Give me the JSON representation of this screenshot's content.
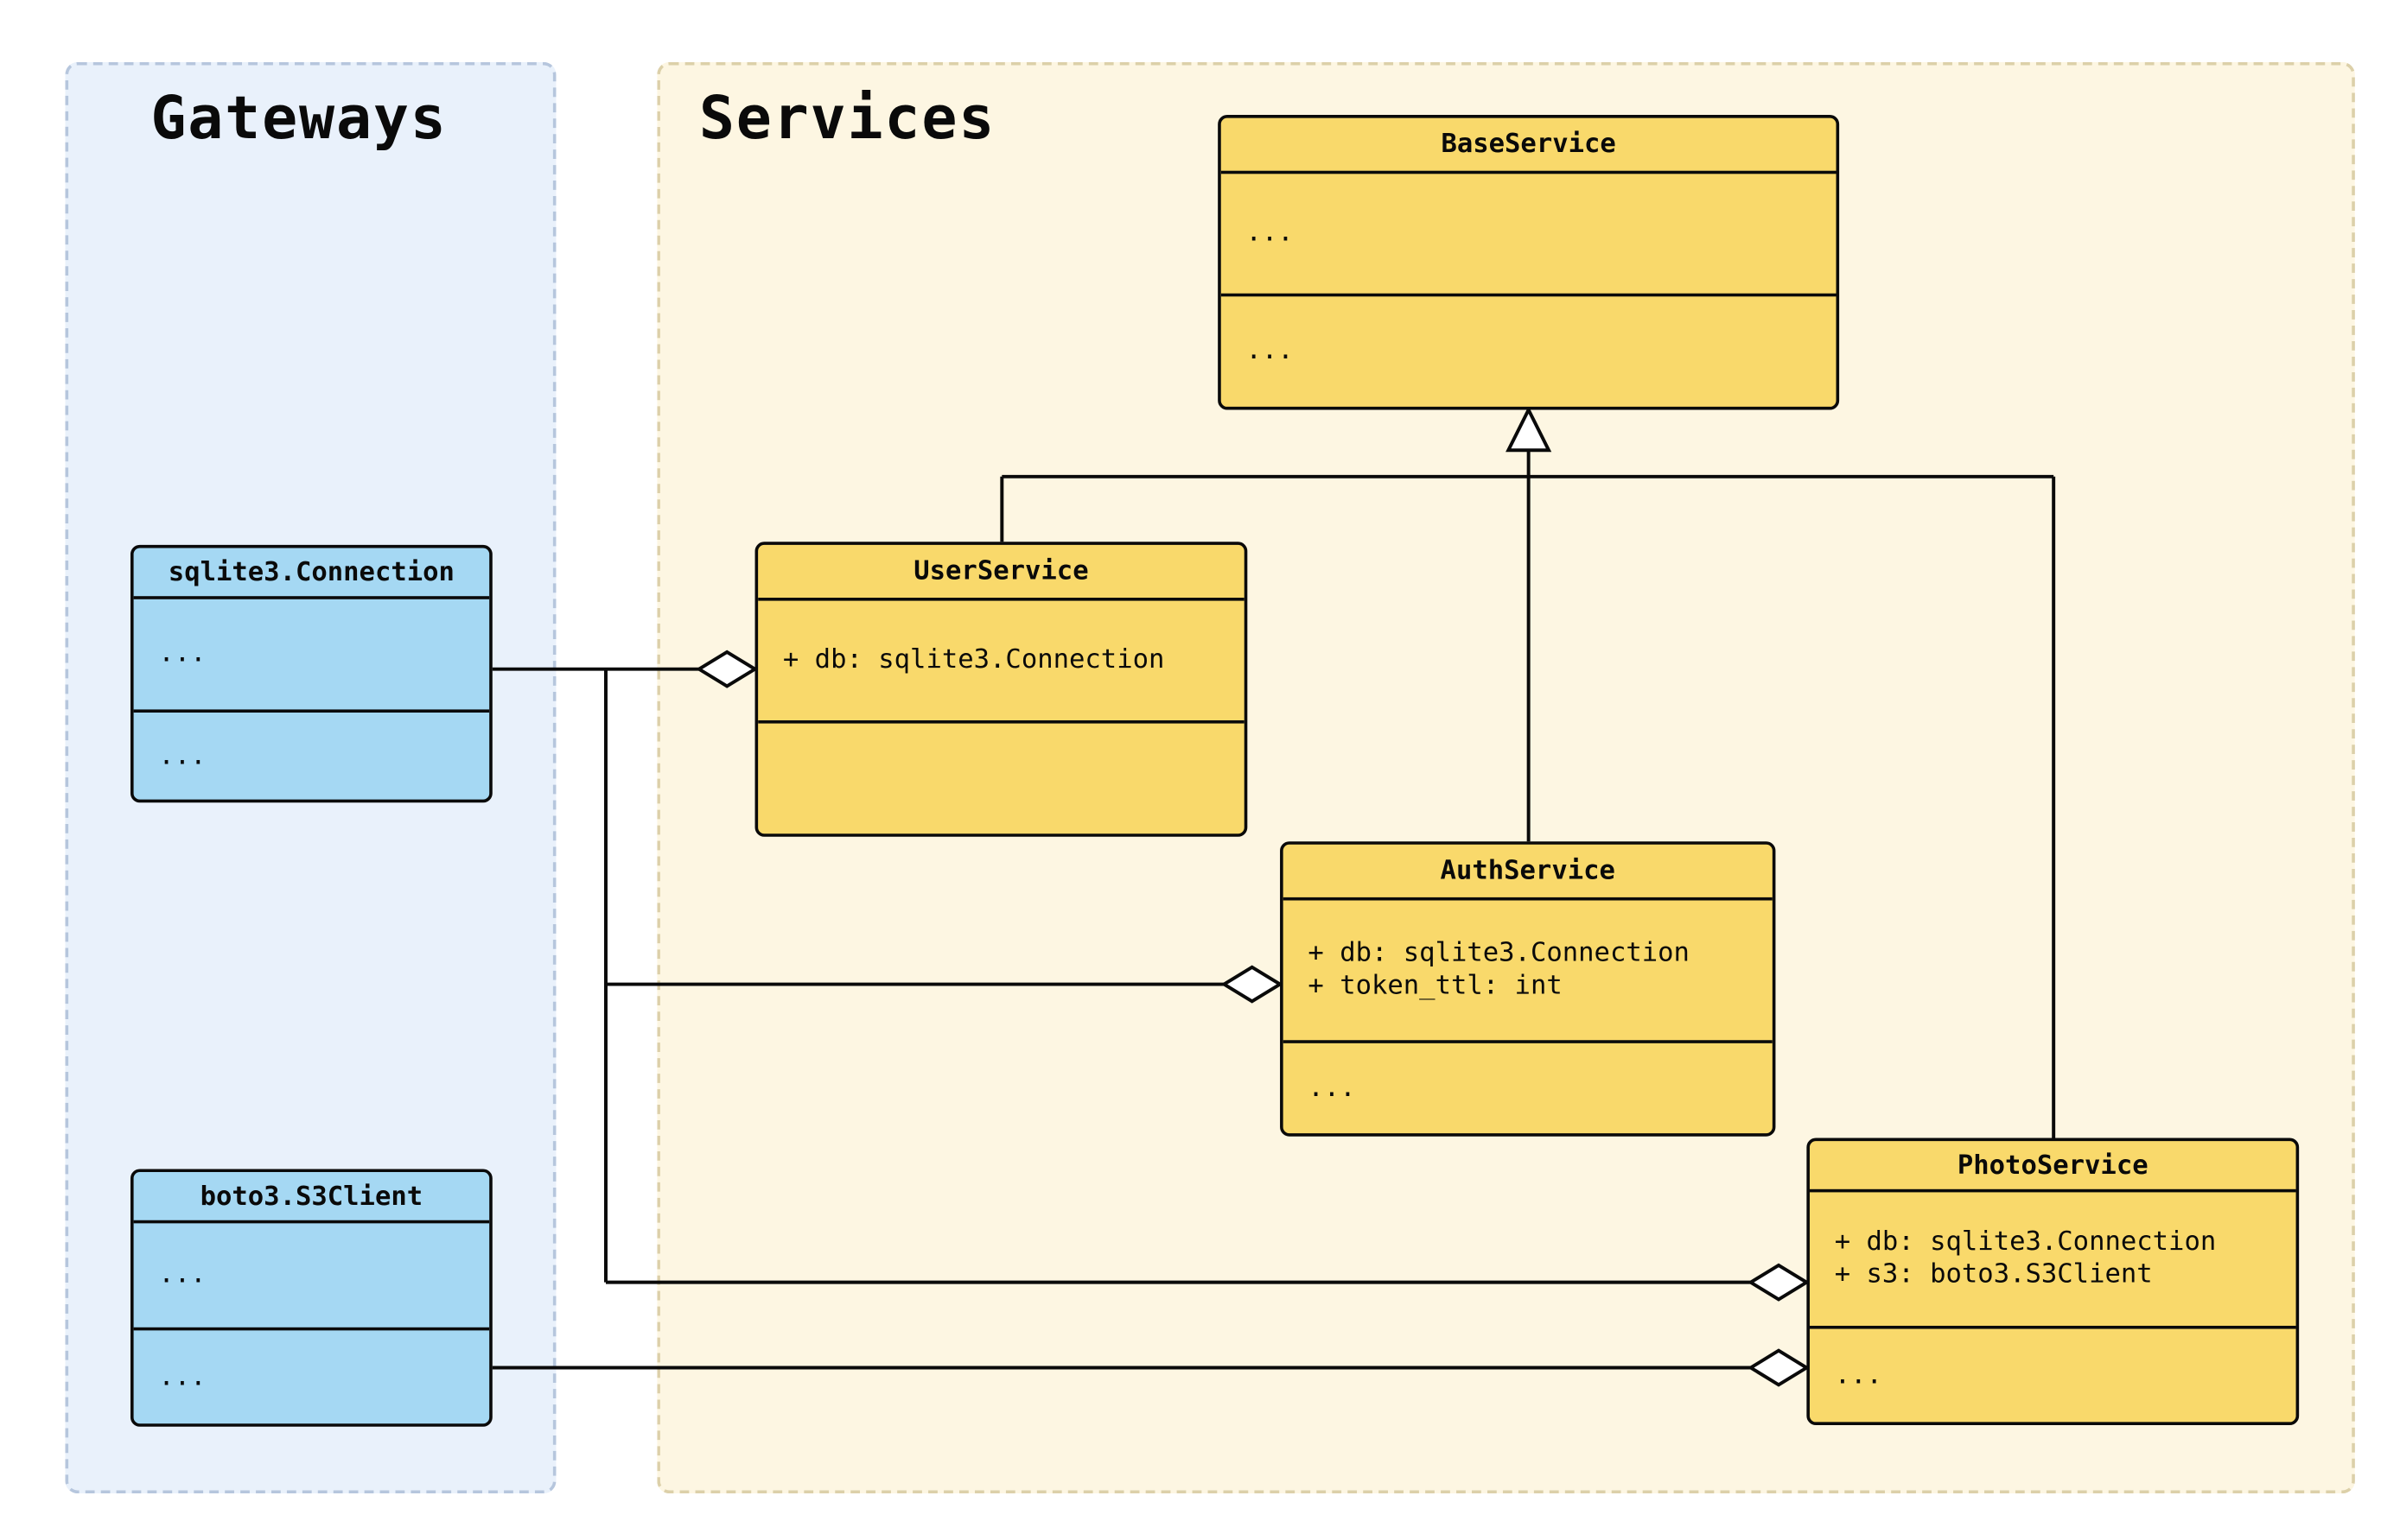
{
  "diagram": {
    "groups": {
      "gateways": {
        "label": "Gateways"
      },
      "services": {
        "label": "Services"
      }
    },
    "classes": {
      "sqlite_connection": {
        "name": "sqlite3.Connection",
        "attributes": [
          "..."
        ],
        "methods": [
          "..."
        ]
      },
      "boto_s3client": {
        "name": "boto3.S3Client",
        "attributes": [
          "..."
        ],
        "methods": [
          "..."
        ]
      },
      "base_service": {
        "name": "BaseService",
        "attributes": [
          "..."
        ],
        "methods": [
          "..."
        ]
      },
      "user_service": {
        "name": "UserService",
        "attributes": [
          "+ db: sqlite3.Connection"
        ],
        "methods": []
      },
      "auth_service": {
        "name": "AuthService",
        "attributes": [
          "+ db: sqlite3.Connection",
          "+ token_ttl: int"
        ],
        "methods": [
          "..."
        ]
      },
      "photo_service": {
        "name": "PhotoService",
        "attributes": [
          "+ db: sqlite3.Connection",
          "+ s3: boto3.S3Client"
        ],
        "methods": [
          "..."
        ]
      }
    },
    "relationships": [
      {
        "type": "inheritance",
        "from": "UserService",
        "to": "BaseService"
      },
      {
        "type": "inheritance",
        "from": "AuthService",
        "to": "BaseService"
      },
      {
        "type": "inheritance",
        "from": "PhotoService",
        "to": "BaseService"
      },
      {
        "type": "aggregation",
        "from": "UserService",
        "to": "sqlite3.Connection"
      },
      {
        "type": "aggregation",
        "from": "AuthService",
        "to": "sqlite3.Connection"
      },
      {
        "type": "aggregation",
        "from": "PhotoService",
        "to": "sqlite3.Connection"
      },
      {
        "type": "aggregation",
        "from": "PhotoService",
        "to": "boto3.S3Client"
      }
    ],
    "colors": {
      "gateway_class_fill": "#a5d8f3",
      "service_class_fill": "#f9d96b",
      "gateways_group_bg": "#e9f1fb",
      "services_group_bg": "#fdf6e2",
      "stroke": "#0a0a0a"
    }
  }
}
